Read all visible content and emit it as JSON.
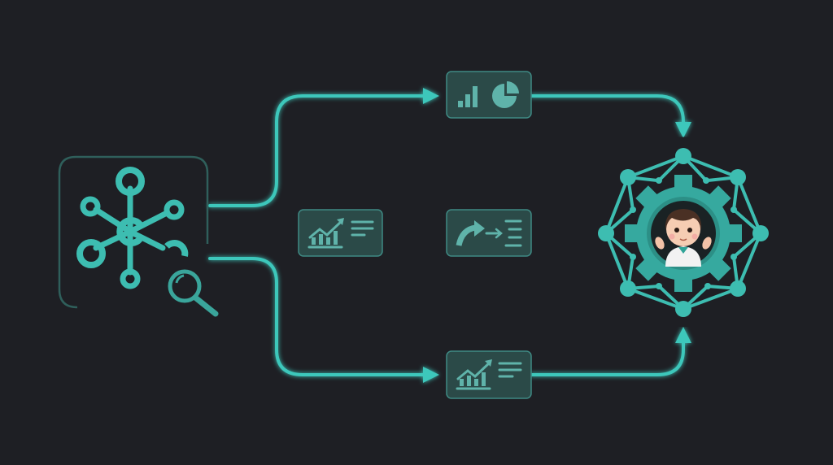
{
  "diagram": {
    "source_logo_letter": "C",
    "colors": {
      "background": "#1e1f24",
      "accent": "#3cc7bb",
      "card": "#2b4a48"
    },
    "nodes": [
      {
        "id": "source",
        "icon": "network-hub-with-magnifier-icon"
      },
      {
        "id": "top-card",
        "icon": "bar-and-pie-chart-icon"
      },
      {
        "id": "middle-card-1",
        "icon": "growth-chart-with-text-icon"
      },
      {
        "id": "middle-card-2",
        "icon": "forward-arrow-with-list-icon"
      },
      {
        "id": "bottom-card",
        "icon": "growth-chart-with-text-icon"
      },
      {
        "id": "target",
        "icon": "gear-network-with-child-avatar-icon"
      }
    ],
    "edges": [
      [
        "source",
        "top-card"
      ],
      [
        "source",
        "middle-card-1"
      ],
      [
        "source",
        "bottom-card"
      ],
      [
        "middle-card-1",
        "middle-card-2"
      ],
      [
        "top-card",
        "target"
      ],
      [
        "middle-card-2",
        "target"
      ],
      [
        "bottom-card",
        "target"
      ]
    ]
  }
}
